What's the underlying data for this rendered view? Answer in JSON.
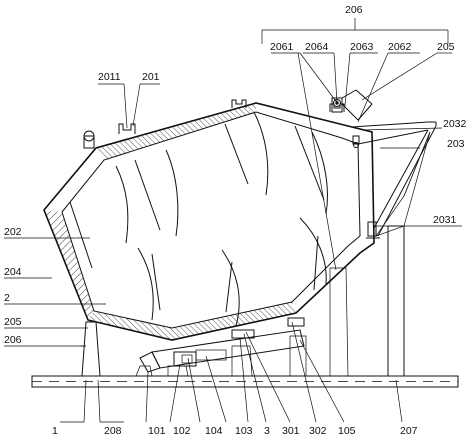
{
  "labels": {
    "l206top": "206",
    "l2061": "2061",
    "l2064": "2064",
    "l2063": "2063",
    "l2062": "2062",
    "l205r": "205",
    "l2011": "2011",
    "l201": "201",
    "l2032": "2032",
    "l203": "203",
    "l202": "202",
    "l2031": "2031",
    "l204": "204",
    "l2": "2",
    "l205l": "205",
    "l206l": "206",
    "l1": "1",
    "l208": "208",
    "l101": "101",
    "l102": "102",
    "l104": "104",
    "l103": "103",
    "l3": "3",
    "l301": "301",
    "l302": "302",
    "l105": "105",
    "l207": "207"
  },
  "colors": {
    "line": "#111111",
    "background": "#ffffff"
  }
}
